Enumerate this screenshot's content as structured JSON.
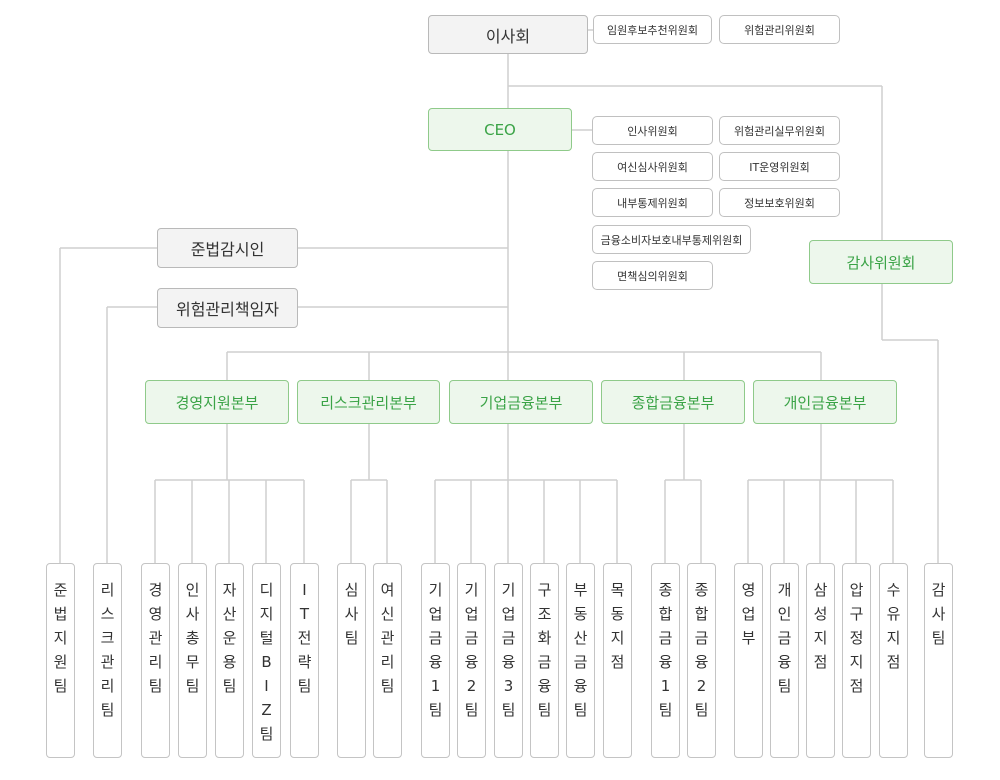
{
  "top": {
    "board": "이사회",
    "ceo": "CEO",
    "compliance": "준법감시인",
    "risk_officer": "위험관리책임자",
    "audit_committee": "감사위원회"
  },
  "board_committees": [
    "임원후보추천위원회",
    "위험관리위원회"
  ],
  "ceo_committees": [
    "인사위원회",
    "위험관리실무위원회",
    "여신심사위원회",
    "IT운영위원회",
    "내부통제위원회",
    "정보보호위원회",
    "금융소비자보호내부통제위원회",
    "면책심의위원회"
  ],
  "divisions": [
    "경영지원본부",
    "리스크관리본부",
    "기업금융본부",
    "종합금융본부",
    "개인금융본부"
  ],
  "teams": [
    "준법지원팀",
    "리스크관리팀",
    "경영관리팀",
    "인사총무팀",
    "자산운용팀",
    "디지털BIZ팀",
    "IT전략팀",
    "심사팀",
    "여신관리팀",
    "기업금융1팀",
    "기업금융2팀",
    "기업금융3팀",
    "구조화금융팀",
    "부동산금융팀",
    "목동지점",
    "종합금융1팀",
    "종합금융2팀",
    "영업부",
    "개인금융팀",
    "삼성지점",
    "압구정지점",
    "수유지점",
    "감사팀"
  ],
  "colors": {
    "accent_green": "#3aa346",
    "box_gray": "#f3f3f3",
    "line_gray": "#cfcfcf"
  }
}
